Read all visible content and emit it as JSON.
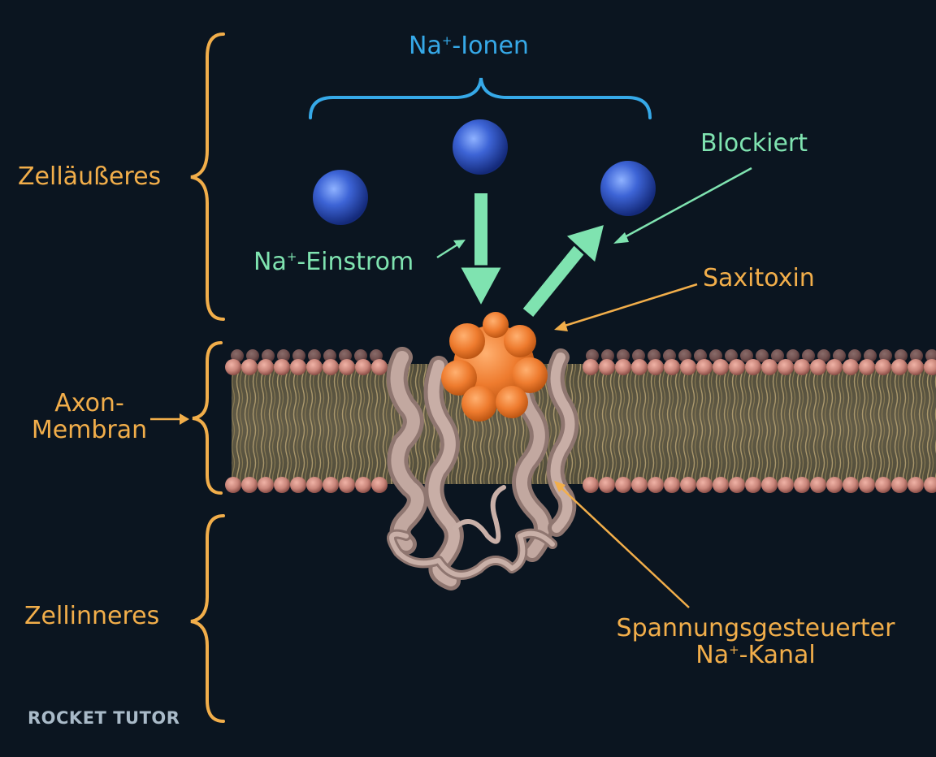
{
  "labels": {
    "outside": "Zelläußeres",
    "membrane_line1": "Axon-",
    "membrane_line2": "Membran",
    "inside": "Zellinneres",
    "ions_prefix": "Na",
    "ions_sup": "+",
    "ions_suffix": "-Ionen",
    "influx_prefix": "Na",
    "influx_sup": "+",
    "influx_suffix": "-Einstrom",
    "blocked": "Blockiert",
    "toxin": "Saxitoxin",
    "channel_line1": "Spannungsgesteuerter",
    "channel_prefix": "Na",
    "channel_sup": "+",
    "channel_suffix": "-Kanal"
  },
  "logo": "ROCKET TUTOR",
  "colors": {
    "background": "#0b1520",
    "label_orange": "#f2ae4a",
    "label_green": "#7fe3b0",
    "label_blue": "#36a9e8",
    "ion_blue": "#3d64d6",
    "toxin_orange": "#ee7b2e",
    "membrane_head": "#c9857a",
    "channel_protein": "#b59c93"
  }
}
